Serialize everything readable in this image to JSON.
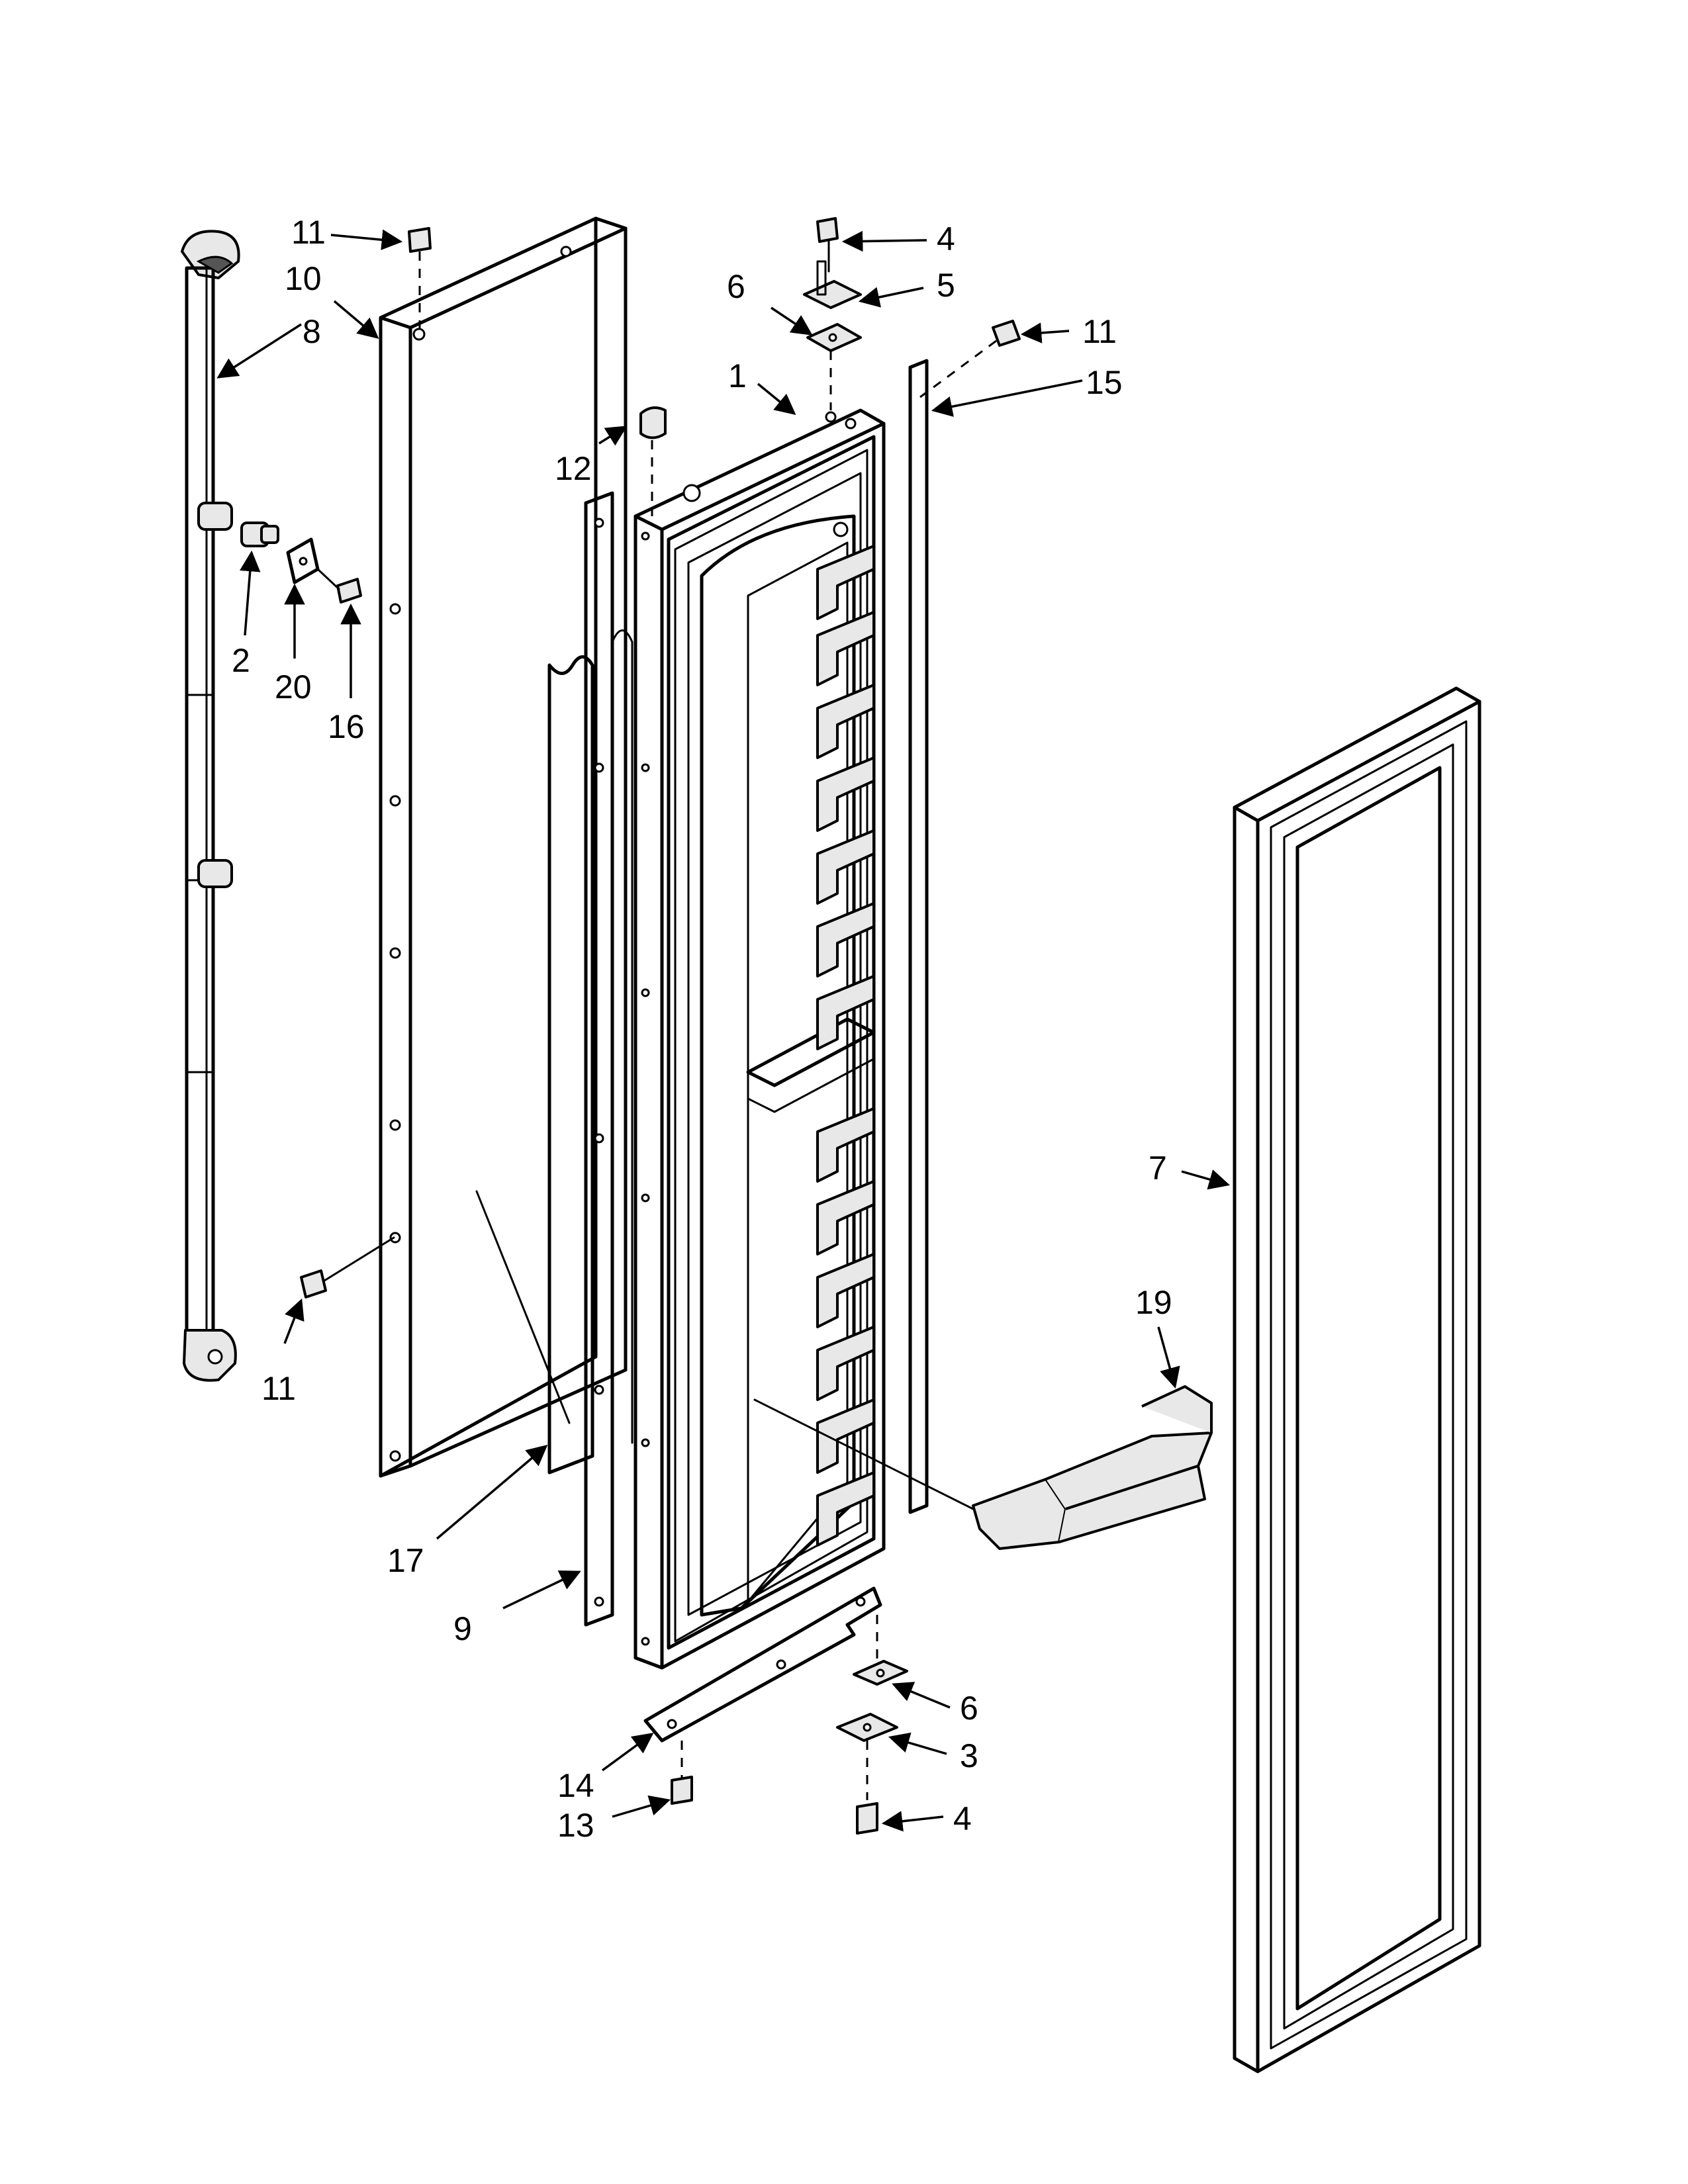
{
  "diagram": {
    "callouts": [
      {
        "id": "c11a",
        "text": "11"
      },
      {
        "id": "c10",
        "text": "10"
      },
      {
        "id": "c8",
        "text": "8"
      },
      {
        "id": "c2",
        "text": "2"
      },
      {
        "id": "c20",
        "text": "20"
      },
      {
        "id": "c16",
        "text": "16"
      },
      {
        "id": "c11b",
        "text": "11"
      },
      {
        "id": "c12",
        "text": "12"
      },
      {
        "id": "c1",
        "text": "1"
      },
      {
        "id": "c6a",
        "text": "6"
      },
      {
        "id": "c4a",
        "text": "4"
      },
      {
        "id": "c5",
        "text": "5"
      },
      {
        "id": "c11c",
        "text": "11"
      },
      {
        "id": "c15",
        "text": "15"
      },
      {
        "id": "c7",
        "text": "7"
      },
      {
        "id": "c19",
        "text": "19"
      },
      {
        "id": "c17",
        "text": "17"
      },
      {
        "id": "c9",
        "text": "9"
      },
      {
        "id": "c14",
        "text": "14"
      },
      {
        "id": "c13",
        "text": "13"
      },
      {
        "id": "c6b",
        "text": "6"
      },
      {
        "id": "c3",
        "text": "3"
      },
      {
        "id": "c4b",
        "text": "4"
      }
    ]
  }
}
